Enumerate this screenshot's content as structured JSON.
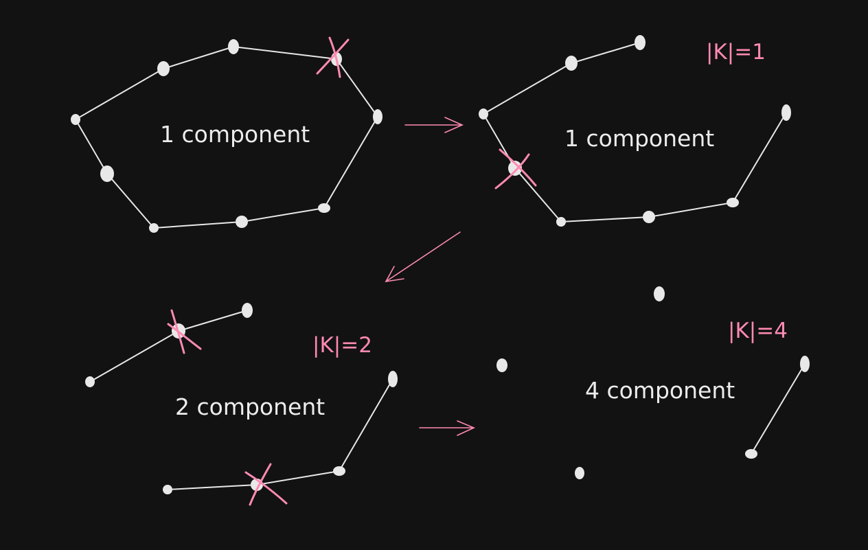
{
  "colors": {
    "background": "#121212",
    "edge": "#e8e8e8",
    "node": "#e8e8e8",
    "highlight": "#ff8ab3"
  },
  "panels": [
    {
      "label": "1 component",
      "cut_label": ""
    },
    {
      "label": "1 component",
      "cut_label": "|K|=1"
    },
    {
      "label": "2 component",
      "cut_label": "|K|=2"
    },
    {
      "label": "4 component",
      "cut_label": "|K|=4"
    }
  ]
}
